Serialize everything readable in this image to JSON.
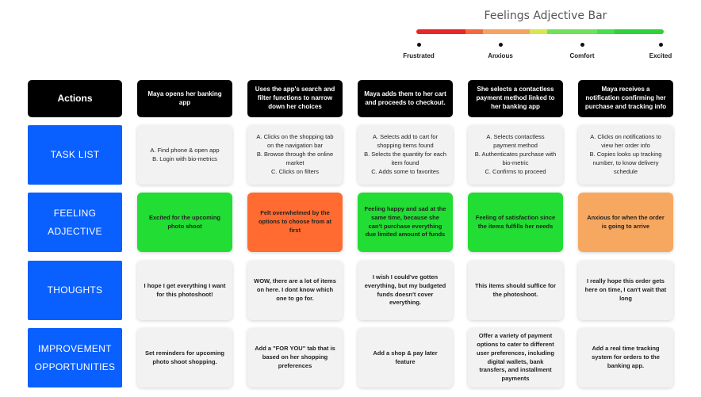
{
  "feelings_bar": {
    "title": "Feelings Adjective Bar",
    "segments": [
      {
        "color": "#e8262a",
        "fraction": 0.2
      },
      {
        "color": "#f26a3c",
        "fraction": 0.07
      },
      {
        "color": "#f4a45e",
        "fraction": 0.19
      },
      {
        "color": "#d7e64e",
        "fraction": 0.07
      },
      {
        "color": "#6fe25a",
        "fraction": 0.2
      },
      {
        "color": "#44e04c",
        "fraction": 0.07
      },
      {
        "color": "#2ed238",
        "fraction": 0.2
      }
    ],
    "scale": [
      "Frustrated",
      "Anxious",
      "Comfort",
      "Excited"
    ]
  },
  "actions_label": "Actions",
  "columns": [
    "Maya opens her banking app",
    "Uses the app's search and filter functions to narrow down her choices",
    "Maya adds them to her cart and proceeds to checkout.",
    "She selects a contactless payment method linked to her banking app",
    "Maya receives a notification confirming her purchase and tracking info"
  ],
  "rows": [
    {
      "label": "TASK LIST",
      "cells": [
        "A. Find phone & open app\nB. Login with bio-metrics",
        "A. Clicks on the shopping tab on the navigation bar\nB. Browse through the online market\nC. Clicks on filters",
        "A. Selects add to cart for shopping items found\nB. Selects the quantity for each item found\nC. Adds some to favorites",
        "A. Selects contactless payment method\nB. Authenticates purchase with bio-metric\nC. Confirms to proceed",
        "A. Clicks on notifications to view her order info\nB. Copies looks up tracking number, to know delivery schedule"
      ]
    },
    {
      "label": "FEELING\nADJECTIVE",
      "cells": [
        "Excited for the upcoming photo shoot",
        "Felt overwhelmed by the options to choose from at first",
        "Feeling happy and sad at the same time, because she can't purchase everything due limited amount of funds",
        "Feeling of satisfaction since the items fulfills her needs",
        "Anxious for when the order is going to arrive"
      ],
      "colors": [
        "#22dd33",
        "#ff6b30",
        "#22dd33",
        "#22dd33",
        "#f7a860"
      ]
    },
    {
      "label": "THOUGHTS",
      "cells": [
        "I hope I get everything I want for this photoshoot!",
        "WOW, there are a lot of items on here. I dont know which one to go for.",
        "I wish I could've gotten everything, but my budgeted funds doesn't cover everything.",
        "This items should suffice for the photoshoot.",
        "I really hope this order gets here on time, I can't wait that long"
      ]
    },
    {
      "label": "IMPROVEMENT\nOPPORTUNITIES",
      "cells": [
        "Set reminders for upcoming photo shoot shopping.",
        "Add a \"FOR YOU\"  tab that is based on her shopping preferences",
        "Add a shop & pay later feature",
        "Offer a variety of payment options to cater to different user preferences, including digital wallets, bank transfers, and installment payments",
        "Add a real time tracking system for orders to the banking app."
      ]
    }
  ]
}
